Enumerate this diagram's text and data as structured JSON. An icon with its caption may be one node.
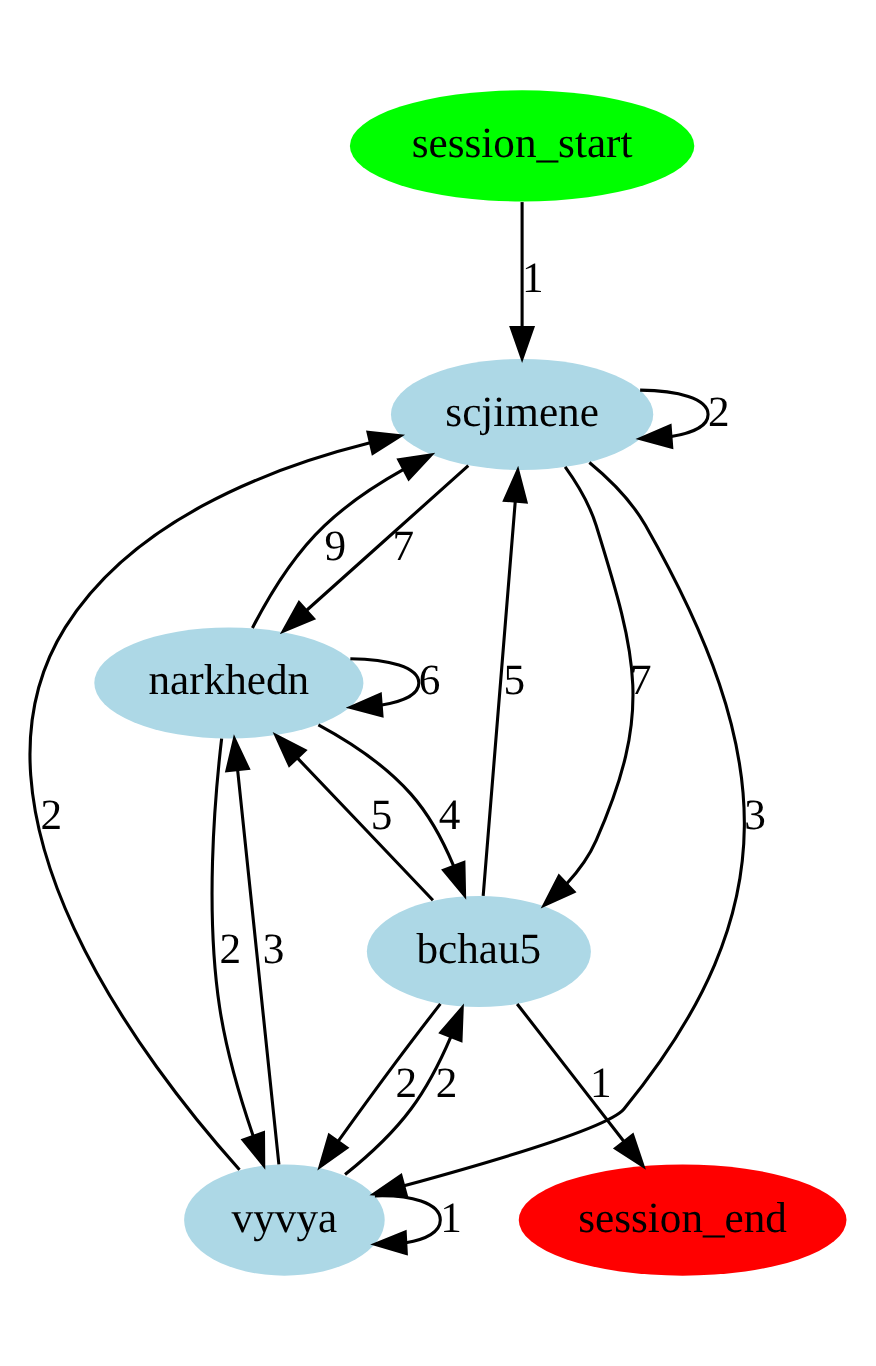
{
  "diagram": {
    "nodes": [
      {
        "text": [
          "session_start"
        ]
      },
      {
        "text": [
          "scjimene"
        ]
      },
      {
        "text": [
          "narkhedn"
        ]
      },
      {
        "text": [
          "vyvya"
        ]
      },
      {
        "text": [
          "bchau5"
        ]
      },
      {
        "text": [
          "session_end"
        ]
      }
    ],
    "edges": [
      {
        "from": 0,
        "to": 1,
        "arrow": "to",
        "label": "1"
      },
      {
        "from": 1,
        "to": 1,
        "arrow": "to",
        "label": "2"
      },
      {
        "from": 1,
        "to": 2,
        "arrow": "to",
        "label": "7"
      },
      {
        "from": 2,
        "to": 1,
        "arrow": "to",
        "label": "9"
      },
      {
        "from": 2,
        "to": 2,
        "arrow": "to",
        "label": "6"
      },
      {
        "from": 3,
        "to": 1,
        "arrow": "to",
        "label": "2"
      },
      {
        "from": 1,
        "to": 3,
        "arrow": "to",
        "label": "3"
      },
      {
        "from": 1,
        "to": 4,
        "arrow": "to",
        "label": "7"
      },
      {
        "from": 4,
        "to": 1,
        "arrow": "to",
        "label": "5"
      },
      {
        "from": 3,
        "to": 2,
        "arrow": "to",
        "label": "3"
      },
      {
        "from": 2,
        "to": 3,
        "arrow": "to",
        "label": "2"
      },
      {
        "from": 3,
        "to": 3,
        "arrow": "to",
        "label": "1"
      },
      {
        "from": 2,
        "to": 4,
        "arrow": "to",
        "label": "4"
      },
      {
        "from": 4,
        "to": 2,
        "arrow": "to",
        "label": "5"
      },
      {
        "from": 3,
        "to": 4,
        "arrow": "to",
        "label": "2"
      },
      {
        "from": 4,
        "to": 3,
        "arrow": "to",
        "label": "2"
      },
      {
        "from": 4,
        "to": 5,
        "arrow": "to",
        "label": "1"
      }
    ]
  }
}
